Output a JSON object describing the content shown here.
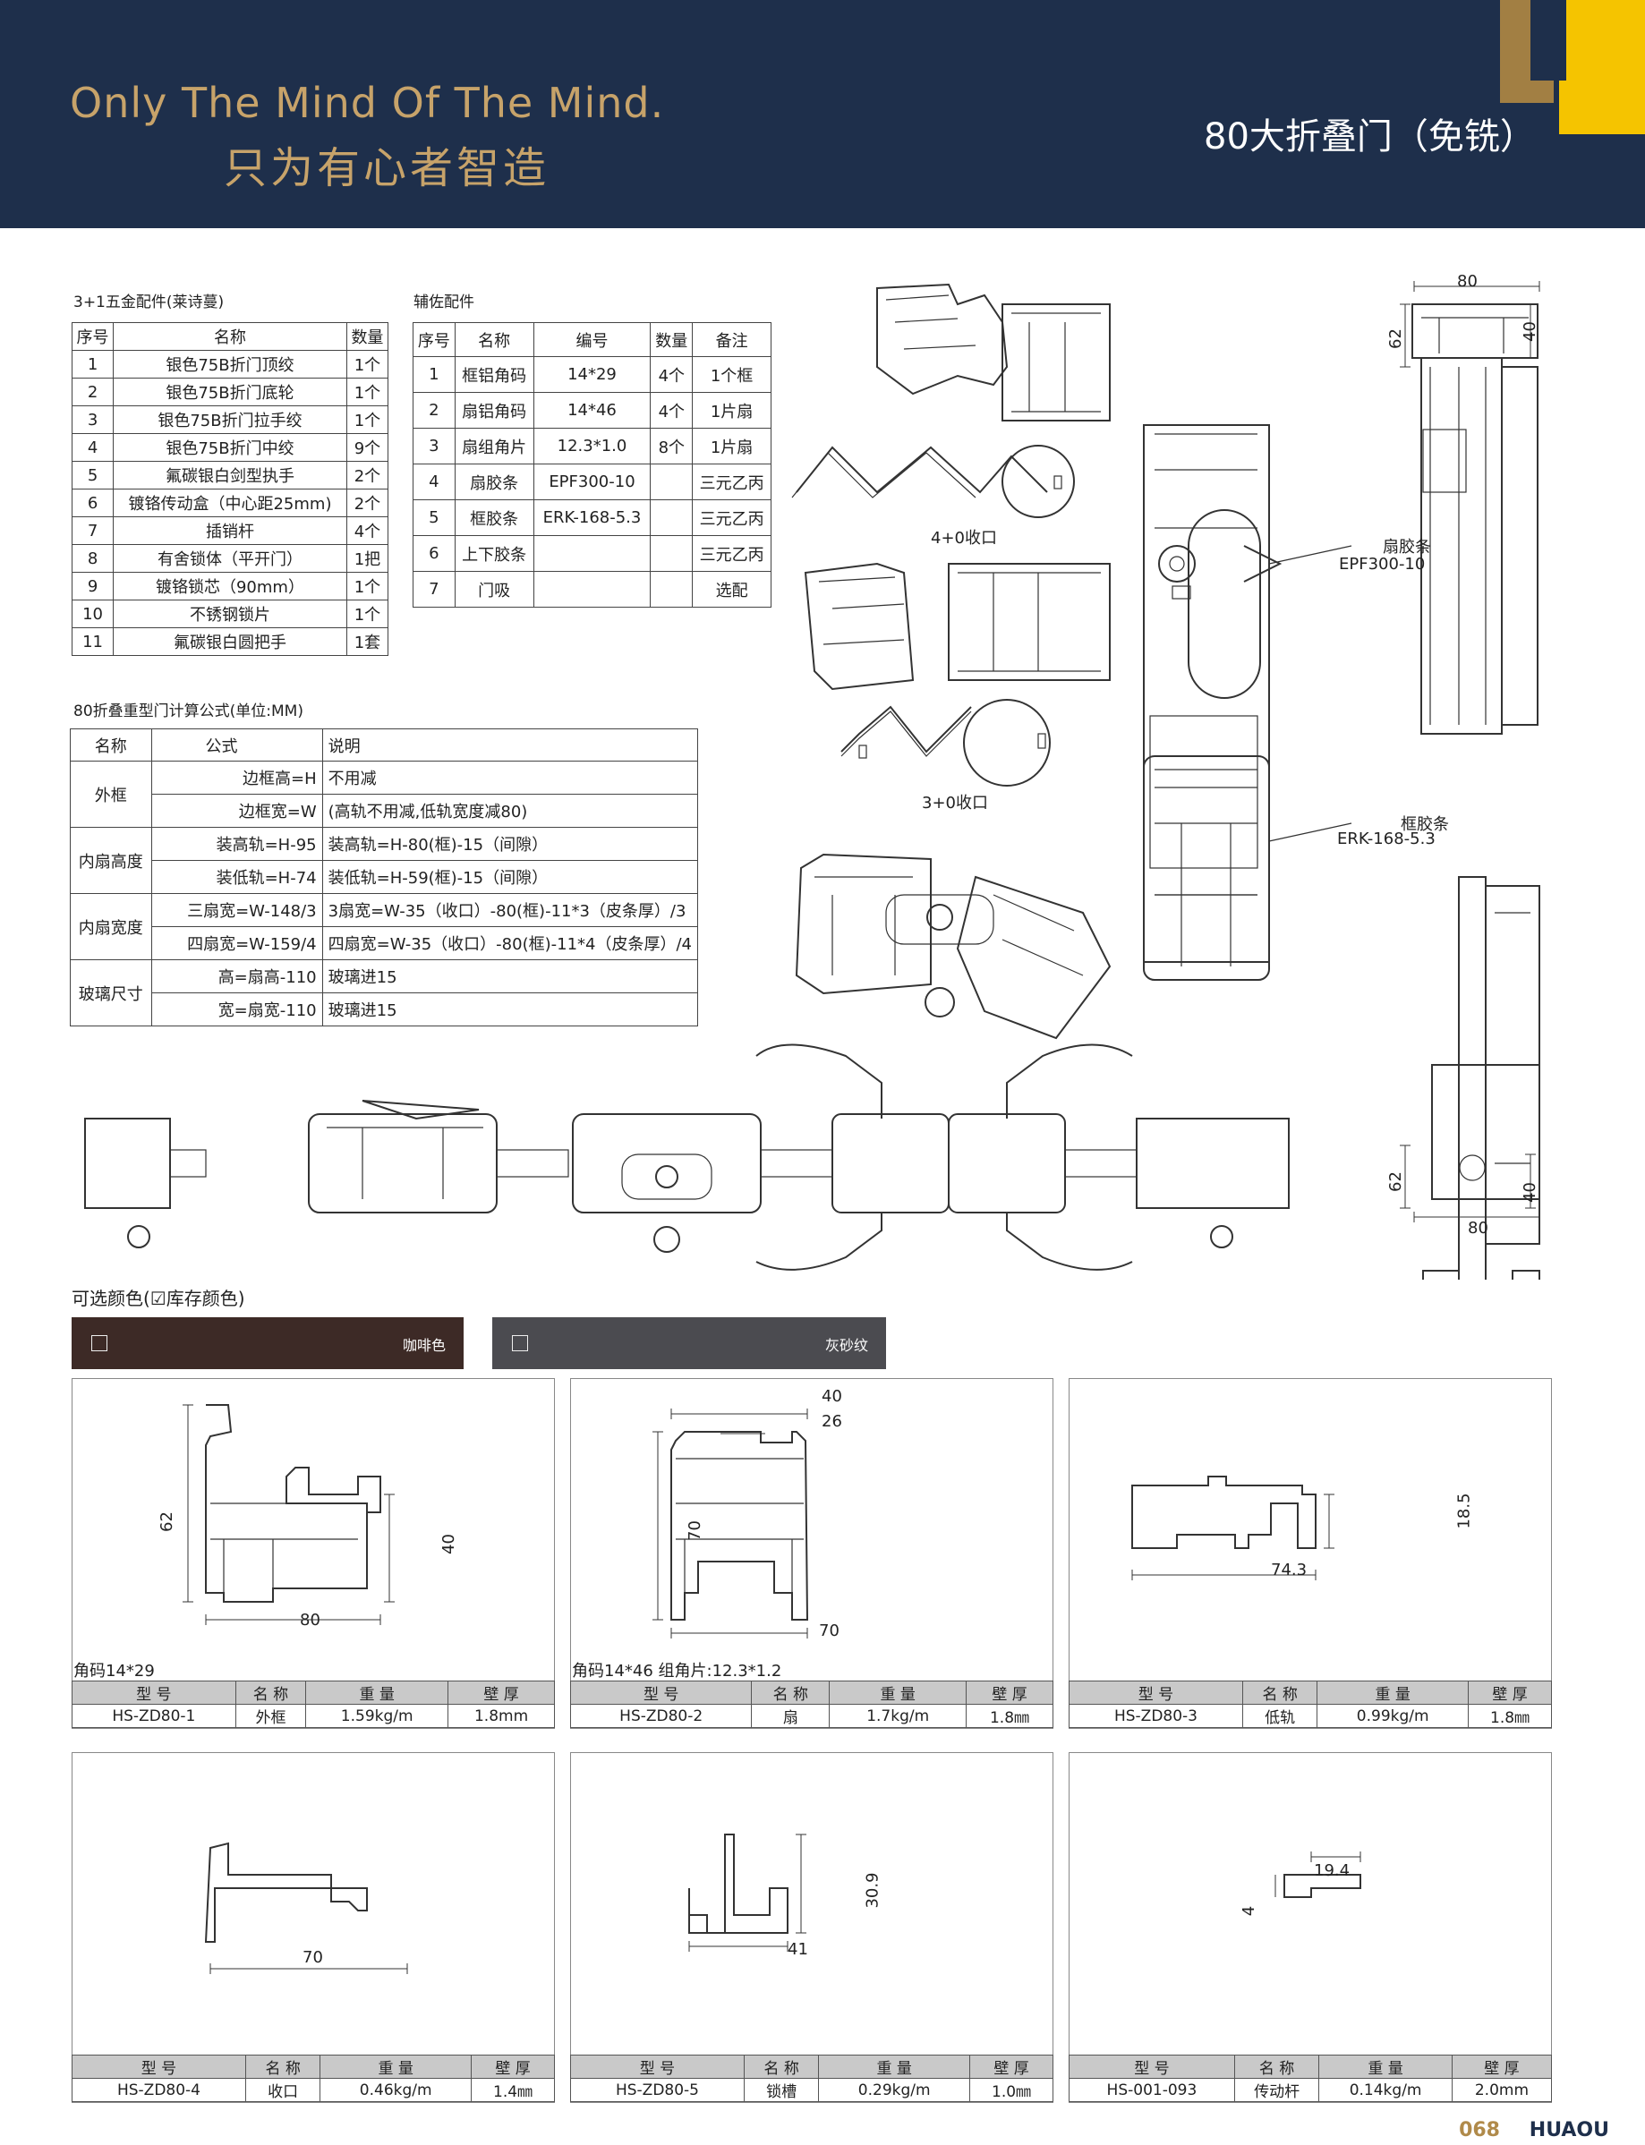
{
  "header": {
    "slogan_en": "Only The Mind Of The Mind.",
    "slogan_cn": "只为有心者智造",
    "title": "80大折叠门（免铣）"
  },
  "hardware": {
    "title": "3+1五金配件(莱诗蔓)",
    "columns": [
      "序号",
      "名称",
      "数量"
    ],
    "rows": [
      [
        "1",
        "银色75B折门顶绞",
        "1个"
      ],
      [
        "2",
        "银色75B折门底轮",
        "1个"
      ],
      [
        "3",
        "银色75B折门拉手绞",
        "1个"
      ],
      [
        "4",
        "银色75B折门中绞",
        "9个"
      ],
      [
        "5",
        "氟碳银白剑型执手",
        "2个"
      ],
      [
        "6",
        "镀铬传动盒（中心距25mm)",
        "2个"
      ],
      [
        "7",
        "插销杆",
        "4个"
      ],
      [
        "8",
        "有舍锁体（平开门）",
        "1把"
      ],
      [
        "9",
        "镀铬锁芯（90mm）",
        "1个"
      ],
      [
        "10",
        "不锈钢锁片",
        "1个"
      ],
      [
        "11",
        "氟碳银白圆把手",
        "1套"
      ]
    ]
  },
  "auxiliary": {
    "title": "辅佐配件",
    "columns": [
      "序号",
      "名称",
      "编号",
      "数量",
      "备注"
    ],
    "rows": [
      [
        "1",
        "框铝角码",
        "14*29",
        "4个",
        "1个框"
      ],
      [
        "2",
        "扇铝角码",
        "14*46",
        "4个",
        "1片扇"
      ],
      [
        "3",
        "扇组角片",
        "12.3*1.0",
        "8个",
        "1片扇"
      ],
      [
        "4",
        "扇胶条",
        "EPF300-10",
        "",
        "三元乙丙"
      ],
      [
        "5",
        "框胶条",
        "ERK-168-5.3",
        "",
        "三元乙丙"
      ],
      [
        "6",
        "上下胶条",
        "",
        "",
        "三元乙丙"
      ],
      [
        "7",
        "门吸",
        "",
        "",
        "选配"
      ]
    ]
  },
  "formula": {
    "title": "80折叠重型门计算公式(单位:MM)",
    "columns": [
      "名称",
      "公式",
      "说明"
    ],
    "groups": [
      {
        "name": "外框",
        "rows": [
          [
            "边框高=H",
            "不用减"
          ],
          [
            "边框宽=W",
            "(高轨不用减,低轨宽度减80)"
          ]
        ]
      },
      {
        "name": "内扇高度",
        "rows": [
          [
            "装高轨=H-95",
            "装高轨=H-80(框)-15（间隙）"
          ],
          [
            "装低轨=H-74",
            "装低轨=H-59(框)-15（间隙）"
          ]
        ]
      },
      {
        "name": "内扇宽度",
        "rows": [
          [
            "三扇宽=W-148/3",
            "3扇宽=W-35（收口）-80(框)-11*3（皮条厚）/3"
          ],
          [
            "四扇宽=W-159/4",
            "四扇宽=W-35（收口）-80(框)-11*4（皮条厚）/4"
          ]
        ]
      },
      {
        "name": "玻璃尺寸",
        "rows": [
          [
            "高=扇高-110",
            "玻璃进15"
          ],
          [
            "宽=扇宽-110",
            "玻璃进15"
          ]
        ]
      }
    ]
  },
  "diagram_labels": {
    "close_4": "4+0收口",
    "close_3": "3+0收口",
    "sash_strip_name": "扇胶条",
    "sash_strip_code": "EPF300-10",
    "frame_strip_name": "框胶条",
    "frame_strip_code": "ERK-168-5.3",
    "dim_80_top": "80",
    "dim_62_top": "62",
    "dim_40_top": "40",
    "dim_80_bot": "80",
    "dim_62_bot": "62",
    "dim_40_bot": "40"
  },
  "colors": {
    "title": "可选颜色(☑库存颜色)",
    "items": [
      {
        "name": "咖啡色",
        "hex": "#3d2a26"
      },
      {
        "name": "灰砂纹",
        "hex": "#4b4b50"
      }
    ]
  },
  "profile_columns": [
    "型 号",
    "名 称",
    "重 量",
    "壁 厚"
  ],
  "profiles": [
    {
      "note": "角码14*29",
      "model": "HS-ZD80-1",
      "name": "外框",
      "weight": "1.59kg/m",
      "thickness": "1.8mm",
      "dims": [
        "62",
        "40",
        "80"
      ]
    },
    {
      "note": "角码14*46   组角片:12.3*1.2",
      "model": "HS-ZD80-2",
      "name": "扇",
      "weight": "1.7kg/m",
      "thickness": "1.8㎜",
      "dims": [
        "40",
        "26",
        "70",
        "70"
      ]
    },
    {
      "note": "",
      "model": "HS-ZD80-3",
      "name": "低轨",
      "weight": "0.99kg/m",
      "thickness": "1.8㎜",
      "dims": [
        "18.5",
        "74.3"
      ]
    },
    {
      "note": "",
      "model": "HS-ZD80-4",
      "name": "收口",
      "weight": "0.46kg/m",
      "thickness": "1.4㎜",
      "dims": [
        "70"
      ]
    },
    {
      "note": "",
      "model": "HS-ZD80-5",
      "name": "锁槽",
      "weight": "0.29kg/m",
      "thickness": "1.0㎜",
      "dims": [
        "30.9",
        "41"
      ]
    },
    {
      "note": "",
      "model": "HS-001-093",
      "name": "传动杆",
      "weight": "0.14kg/m",
      "thickness": "2.0mm",
      "dims": [
        "19.4",
        "4"
      ]
    }
  ],
  "footer": {
    "page": "068",
    "brand": "HUAOU"
  }
}
